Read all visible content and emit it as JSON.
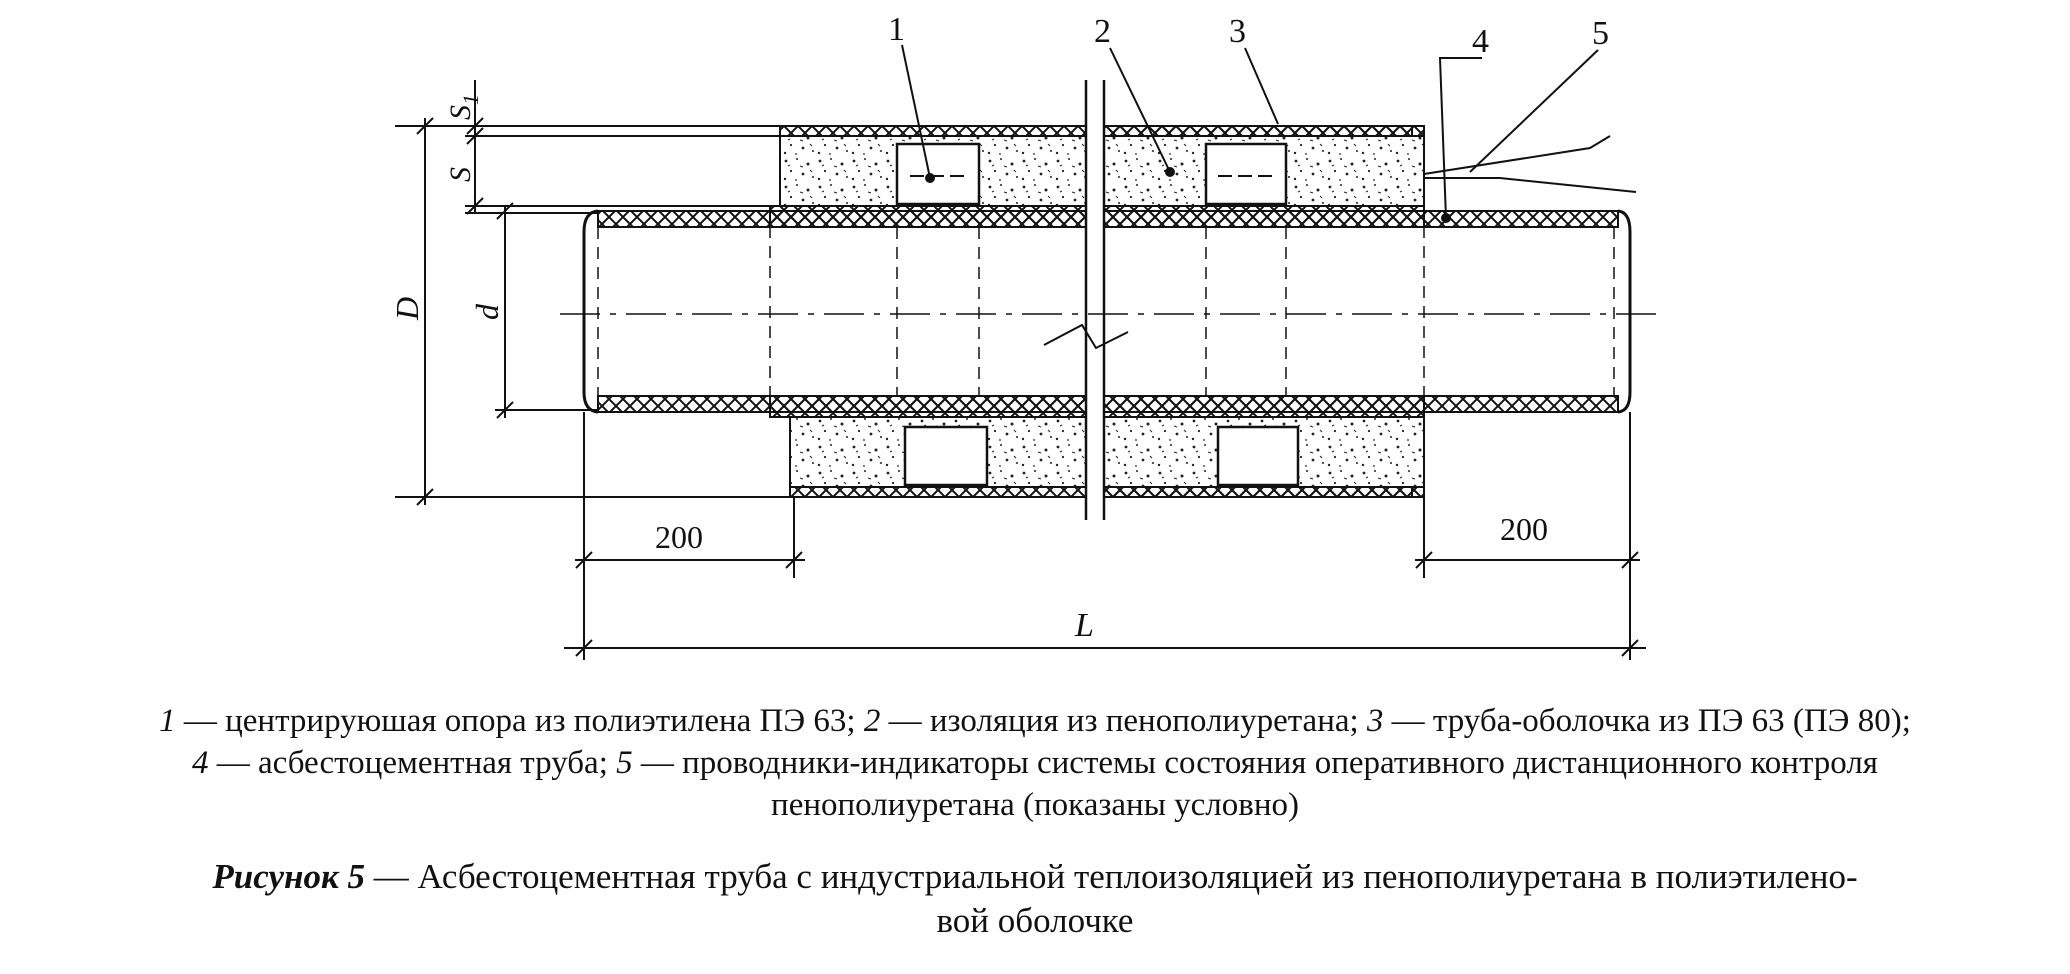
{
  "callouts": [
    "1",
    "2",
    "3",
    "4",
    "5"
  ],
  "dimensions": {
    "s1": "S",
    "s1_sub": "1",
    "s": "S",
    "outer_d": "D",
    "inner_d": "d",
    "end_left": "200",
    "end_right": "200",
    "length": "L"
  },
  "legend": {
    "row1": {
      "n1": "1",
      "t1": " — центрируюшая опора из полиэтилена ПЭ 63; ",
      "n2": "2",
      "t2": " — изоляция из пенополиуретана; ",
      "n3": "3",
      "t3": " — труба-оболочка из ПЭ 63 (ПЭ 80);"
    },
    "row2": {
      "n4": "4",
      "t4": " — асбестоцементная труба; ",
      "n5": "5",
      "t5": " — проводники-индикаторы системы состояния оперативного дистанционного контроля"
    },
    "row3": "пенополиуретана (показаны условно)"
  },
  "caption": {
    "label": "Рисунок 5",
    "text_line1": " — Асбестоцементная труба с индустриальной теплоизоляцией из пенополиуретана в полиэтилено-",
    "text_line2": "вой оболочке"
  }
}
